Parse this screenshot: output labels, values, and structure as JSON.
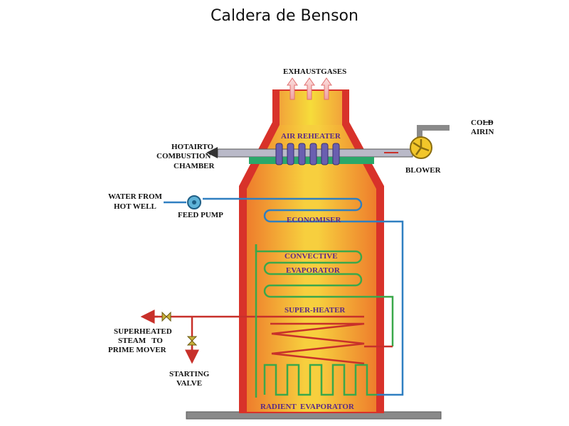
{
  "title": "Caldera de Benson",
  "labels": {
    "exhaust": "EXHAUSTGASES",
    "air_reheater": "AIR REHEATER",
    "hot_air_1": "HOTAIRTO",
    "hot_air_2": "COMBUSTION",
    "hot_air_3": "CHAMBER",
    "cold_air_1": "COLD",
    "cold_air_2": "AIRIN",
    "blower": "BLOWER",
    "water_1": "WATER FROM",
    "water_2": "HOT WELL",
    "feed_pump": "FEED PUMP",
    "economiser": "ECONOMISER",
    "convective_1": "CONVECTIVE",
    "convective_2": "EVAPORATOR",
    "super_heater": "SUPER-HEATER",
    "steam_1": "SUPERHEATED",
    "steam_2": "STEAM   TO",
    "steam_3": "PRIME MOVER",
    "starting_1": "STARTING",
    "starting_2": "VALVE",
    "radient": "RADIENT  EVAPORATOR"
  },
  "colors": {
    "shell": "#d8322a",
    "economiser_pipe": "#2f7fc1",
    "evaporator_pipe": "#3aa84a",
    "superheater_pipe": "#c8302a",
    "chimney_top": "#f3d22a",
    "furnace_center": "#f6c93a",
    "furnace_edge": "#f08a2a"
  }
}
